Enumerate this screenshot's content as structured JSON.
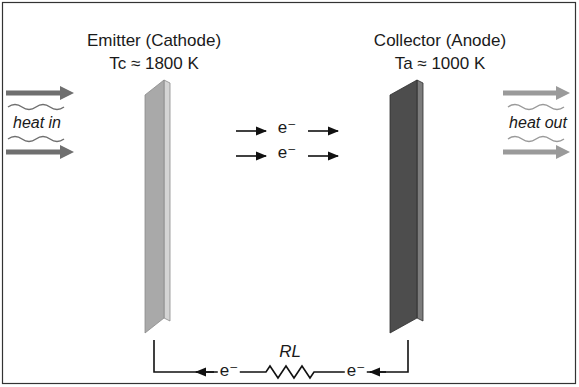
{
  "diagram": {
    "nodes": [
      {
        "text": [
          "Emitter (Cathode)",
          "Tc ≈ 1800 K"
        ]
      },
      {
        "text": [
          "Collector (Anode)",
          "Ta ≈ 1000 K"
        ]
      }
    ],
    "edges": [
      {
        "from": 0,
        "to": 1,
        "arrow": "none",
        "label": "RL"
      }
    ],
    "labels": [
      "heat in",
      "e⁻",
      "e⁻",
      "heat out",
      "e⁻",
      "e⁻"
    ]
  }
}
